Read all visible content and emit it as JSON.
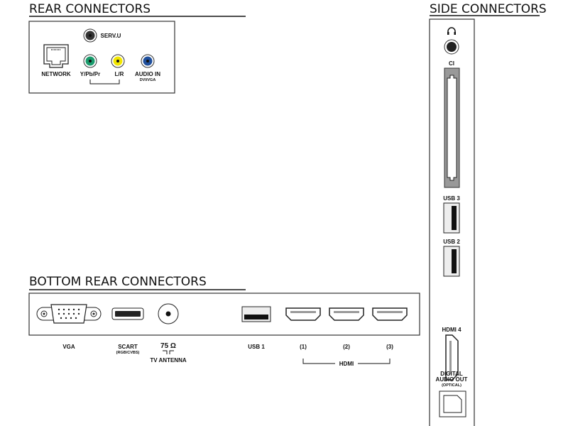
{
  "rear": {
    "title": "REAR CONNECTORS",
    "serv_u": "SERV.U",
    "network": "NETWORK",
    "ypbpr": "Y/Pb/Pr",
    "lr": "L/R",
    "audio_in": "AUDIO IN",
    "audio_in_sub": "DVI/VGA",
    "colors": {
      "green": "#1a9b6c",
      "yellow": "#f2e600",
      "blue": "#1f4f9c",
      "black": "#333333"
    }
  },
  "bottom": {
    "title": "BOTTOM REAR CONNECTORS",
    "vga": "VGA",
    "scart": "SCART",
    "scart_sub": "(RGB/CVBS)",
    "ohm": "75 Ω",
    "antenna": "TV ANTENNA",
    "usb1": "USB 1",
    "hdmi1": "(1)",
    "hdmi2": "(2)",
    "hdmi3": "(3)",
    "hdmi": "HDMI"
  },
  "side": {
    "title": "SIDE CONNECTORS",
    "ci": "CI",
    "usb3": "USB 3",
    "usb2": "USB 2",
    "hdmi4": "HDMI 4",
    "digital": "DIGITAL",
    "audio_out": "AUDIO OUT",
    "optical": "(OPTICAL)"
  }
}
